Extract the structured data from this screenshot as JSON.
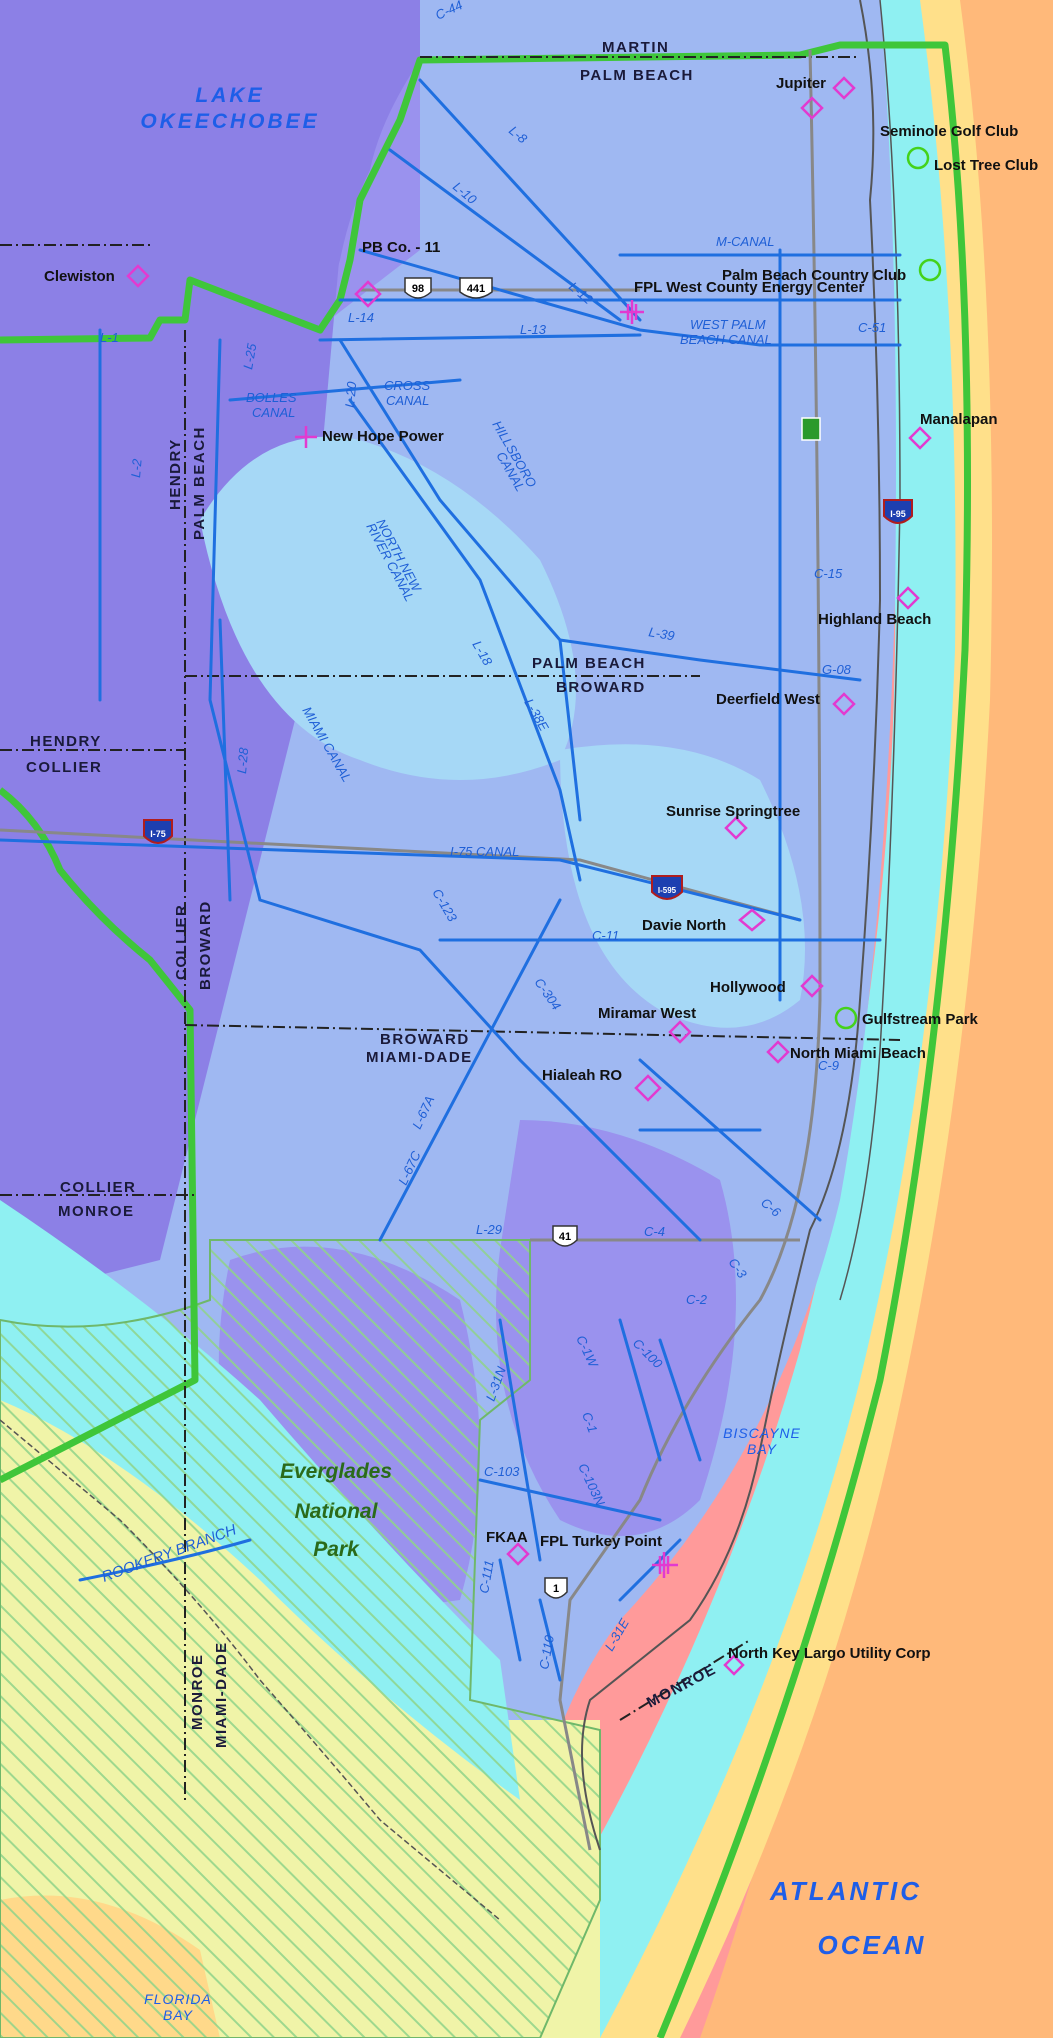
{
  "colors": {
    "far_offshore": "#ff9a9a",
    "offshore_orange": "#ffb97a",
    "offshore_yellow": "#ffe08a",
    "coastal_cyan": "#8ff0f2",
    "light_blue": "#a6d8f6",
    "mid_blue": "#9fb8f2",
    "purple": "#9a92ee",
    "deep_purple": "#8c80e6",
    "land_yellow": "#f0f4a8",
    "canal": "#1f6fe0",
    "boundary_green": "#3fc63a",
    "site_magenta": "#e23ad0",
    "golf_green": "#44d21a"
  },
  "water_labels": {
    "lake_line1": "LAKE",
    "lake_line2": "OKEECHOBEE",
    "ocean_line1": "ATLANTIC",
    "ocean_line2": "OCEAN",
    "biscayne_line1": "BISCAYNE",
    "biscayne_line2": "BAY",
    "florida_bay_line1": "FLORIDA",
    "florida_bay_line2": "BAY"
  },
  "park_labels": {
    "line1": "Everglades",
    "line2": "National",
    "line3": "Park"
  },
  "county_labels": {
    "martin": "MARTIN",
    "palm_beach_top": "PALM BEACH",
    "hendry_v": "HENDRY",
    "palm_beach_v": "PALM BEACH",
    "palm_beach_mid": "PALM BEACH",
    "broward_mid": "BROWARD",
    "hendry_left": "HENDRY",
    "collier_left": "COLLIER",
    "collier_v": "COLLIER",
    "broward_v": "BROWARD",
    "broward_low": "BROWARD",
    "miami_dade_low": "MIAMI-DADE",
    "collier_low": "COLLIER",
    "monroe_low": "MONROE",
    "monroe_v": "MONROE",
    "miami_dade_v": "MIAMI-DADE",
    "monroe_keys": "MONROE"
  },
  "site_labels": {
    "jupiter": "Jupiter",
    "seminole": "Seminole Golf Club",
    "lost_tree": "Lost Tree Club",
    "clewiston": "Clewiston",
    "pbco11": "PB Co. - 11",
    "palm_beach_cc": "Palm Beach Country Club",
    "fpl_west": "FPL West County Energy Center",
    "manalapan": "Manalapan",
    "new_hope": "New Hope Power",
    "highland": "Highland Beach",
    "deerfield": "Deerfield West",
    "sunrise": "Sunrise Springtree",
    "davie": "Davie North",
    "hollywood": "Hollywood",
    "gulfstream": "Gulfstream Park",
    "miramar": "Miramar West",
    "nmb": "North Miami Beach",
    "hialeah": "Hialeah RO",
    "fkaa": "FKAA",
    "turkey_point": "FPL Turkey Point",
    "nkl": "North Key Largo Utility Corp"
  },
  "canal_labels": {
    "c44": "C-44",
    "l8": "L-8",
    "l10": "L-10",
    "l12": "L-12",
    "l13": "L-13",
    "m_canal": "M-CANAL",
    "wpb_1": "WEST PALM",
    "wpb_2": "BEACH CANAL",
    "c51": "C-51",
    "l1": "L-1",
    "l14": "L-14",
    "l25": "L-25",
    "l20": "L-20",
    "l2": "L-2",
    "bolles_1": "BOLLES",
    "bolles_2": "CANAL",
    "cross_1": "CROSS",
    "cross_2": "CANAL",
    "hills_1": "HILLSBORO",
    "hills_2": "CANAL",
    "nnr_1": "NORTH NEW",
    "nnr_2": "RIVER CANAL",
    "c15": "C-15",
    "l39": "L-39",
    "l18": "L-18",
    "l38e": "L-38E",
    "g08": "G-08",
    "miami_canal": "MIAMI CANAL",
    "l28": "L-28",
    "i75_canal": "I-75 CANAL",
    "c123": "C-123",
    "c11": "C-11",
    "c304": "C-304",
    "l67a": "L-67A",
    "l67c": "L-67C",
    "c9": "C-9",
    "c6": "C-6",
    "l29": "L-29",
    "c4": "C-4",
    "c3": "C-3",
    "c2": "C-2",
    "c1w": "C-1W",
    "c100": "C-100",
    "l31n": "L-31N",
    "c103": "C-103",
    "c1": "C-1",
    "c103n": "C-103N",
    "c111": "C-111",
    "c110": "C-110",
    "l31e": "L-31E",
    "rookery": "ROOKERY BRANCH"
  },
  "road_shields": {
    "us98": "98",
    "us441": "441",
    "i95": "I-95",
    "i75": "I-75",
    "i595": "I-595",
    "us41": "41",
    "us1": "1"
  }
}
